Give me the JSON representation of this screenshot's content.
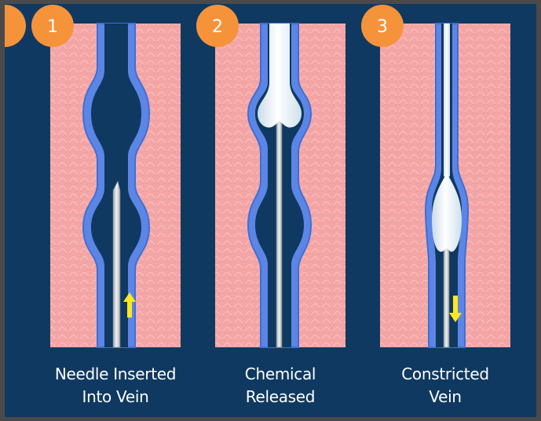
{
  "panels": [
    {
      "number": "1",
      "caption_lines": [
        "Needle Inserted",
        "Into Vein"
      ],
      "arrow_direction": "up"
    },
    {
      "number": "2",
      "caption_lines": [
        "Chemical",
        "Released"
      ],
      "arrow_direction": "none"
    },
    {
      "number": "3",
      "caption_lines": [
        "Constricted",
        "Vein"
      ],
      "arrow_direction": "down"
    }
  ],
  "colors": {
    "background": "#0f3960",
    "tissue": "#f4a5a5",
    "vein_wall": "#5b86e6",
    "badge": "#f5933b",
    "arrow": "#ffe81c",
    "chemical": "#e8f2f8"
  }
}
